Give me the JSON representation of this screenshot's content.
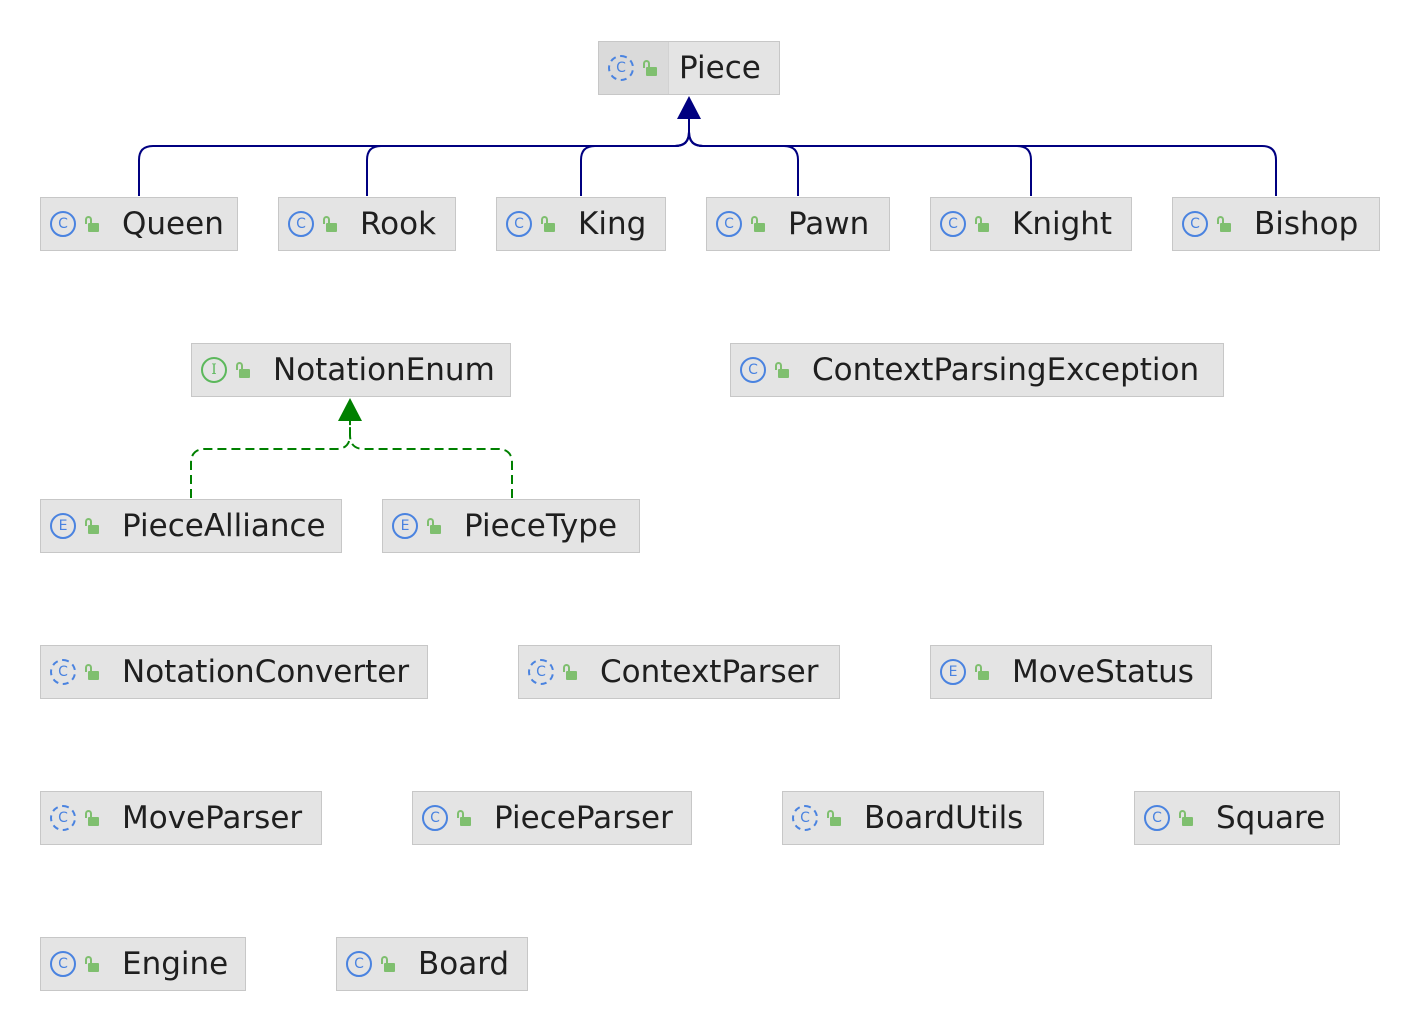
{
  "colors": {
    "inheritance": "#000080",
    "implementation": "#008000",
    "node_fill": "#e4e4e4",
    "node_border": "#c7c7c7",
    "class_icon": "#4a83e0",
    "interface_icon": "#5cb85c",
    "visibility_icon": "#7fbf6f"
  },
  "kind_glyphs": {
    "class": "C",
    "abstract": "C",
    "enum": "E",
    "interface": "I"
  },
  "nodes": {
    "piece": {
      "label": "Piece",
      "kind": "abstract",
      "icon": "abstract-class-icon"
    },
    "queen": {
      "label": "Queen",
      "kind": "class",
      "icon": "class-icon"
    },
    "rook": {
      "label": "Rook",
      "kind": "class",
      "icon": "class-icon"
    },
    "king": {
      "label": "King",
      "kind": "class",
      "icon": "class-icon"
    },
    "pawn": {
      "label": "Pawn",
      "kind": "class",
      "icon": "class-icon"
    },
    "knight": {
      "label": "Knight",
      "kind": "class",
      "icon": "class-icon"
    },
    "bishop": {
      "label": "Bishop",
      "kind": "class",
      "icon": "class-icon"
    },
    "notation_enum": {
      "label": "NotationEnum",
      "kind": "interface",
      "icon": "interface-icon"
    },
    "context_parsing_exception": {
      "label": "ContextParsingException",
      "kind": "class",
      "icon": "class-icon"
    },
    "piece_alliance": {
      "label": "PieceAlliance",
      "kind": "enum",
      "icon": "enum-icon"
    },
    "piece_type": {
      "label": "PieceType",
      "kind": "enum",
      "icon": "enum-icon"
    },
    "notation_converter": {
      "label": "NotationConverter",
      "kind": "abstract",
      "icon": "abstract-class-icon"
    },
    "context_parser": {
      "label": "ContextParser",
      "kind": "abstract",
      "icon": "abstract-class-icon"
    },
    "move_status": {
      "label": "MoveStatus",
      "kind": "enum",
      "icon": "enum-icon"
    },
    "move_parser": {
      "label": "MoveParser",
      "kind": "abstract",
      "icon": "abstract-class-icon"
    },
    "piece_parser": {
      "label": "PieceParser",
      "kind": "class",
      "icon": "class-icon"
    },
    "board_utils": {
      "label": "BoardUtils",
      "kind": "abstract",
      "icon": "abstract-class-icon"
    },
    "square": {
      "label": "Square",
      "kind": "class",
      "icon": "class-icon"
    },
    "engine": {
      "label": "Engine",
      "kind": "class",
      "icon": "class-icon"
    },
    "board": {
      "label": "Board",
      "kind": "class",
      "icon": "class-icon"
    }
  },
  "relations": [
    {
      "from": "queen",
      "to": "piece",
      "type": "extends"
    },
    {
      "from": "rook",
      "to": "piece",
      "type": "extends"
    },
    {
      "from": "king",
      "to": "piece",
      "type": "extends"
    },
    {
      "from": "pawn",
      "to": "piece",
      "type": "extends"
    },
    {
      "from": "knight",
      "to": "piece",
      "type": "extends"
    },
    {
      "from": "bishop",
      "to": "piece",
      "type": "extends"
    },
    {
      "from": "piece_alliance",
      "to": "notation_enum",
      "type": "implements"
    },
    {
      "from": "piece_type",
      "to": "notation_enum",
      "type": "implements"
    }
  ]
}
